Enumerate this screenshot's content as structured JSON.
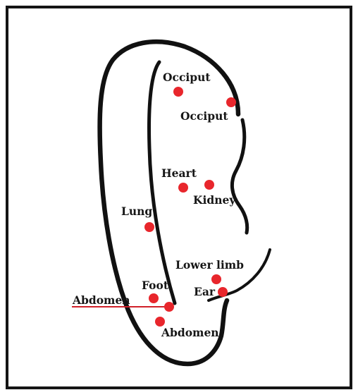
{
  "labels": {
    "occiput_top": "Occiput",
    "occiput_right": "Occiput",
    "heart": "Heart",
    "kidney": "Kidney",
    "lung": "Lung",
    "lower_limb": "Lower limb",
    "foot": "Foot",
    "ear": "Ear",
    "abdomen_left": "Abdomen",
    "abdomen_bottom": "Abdomen"
  },
  "colors": {
    "point": "#e8262c",
    "line": "#111111",
    "pointer": "#d0202a",
    "frame": "#141414"
  }
}
